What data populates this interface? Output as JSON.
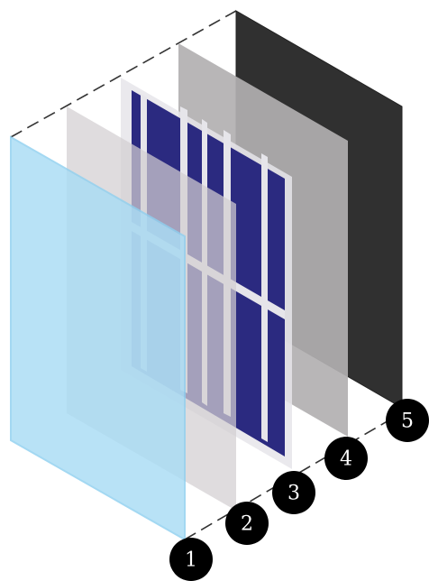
{
  "diagram": {
    "layers": [
      {
        "number": "1",
        "fill": "#a9dcf5",
        "edge": "#8fd0f0"
      },
      {
        "number": "2",
        "fill": "#d2cfd1",
        "edge": "#c4c1c3"
      },
      {
        "number": "3",
        "fill": "#2b2a80",
        "frame": "#e6e5ea"
      },
      {
        "number": "4",
        "fill": "#b2b0b1",
        "edge": "#a6a4a5"
      },
      {
        "number": "5",
        "fill": "#303030",
        "edge": "#222222"
      }
    ],
    "colors": {
      "callout": "#000000",
      "dashes": "#333333",
      "background": "#ffffff"
    }
  }
}
